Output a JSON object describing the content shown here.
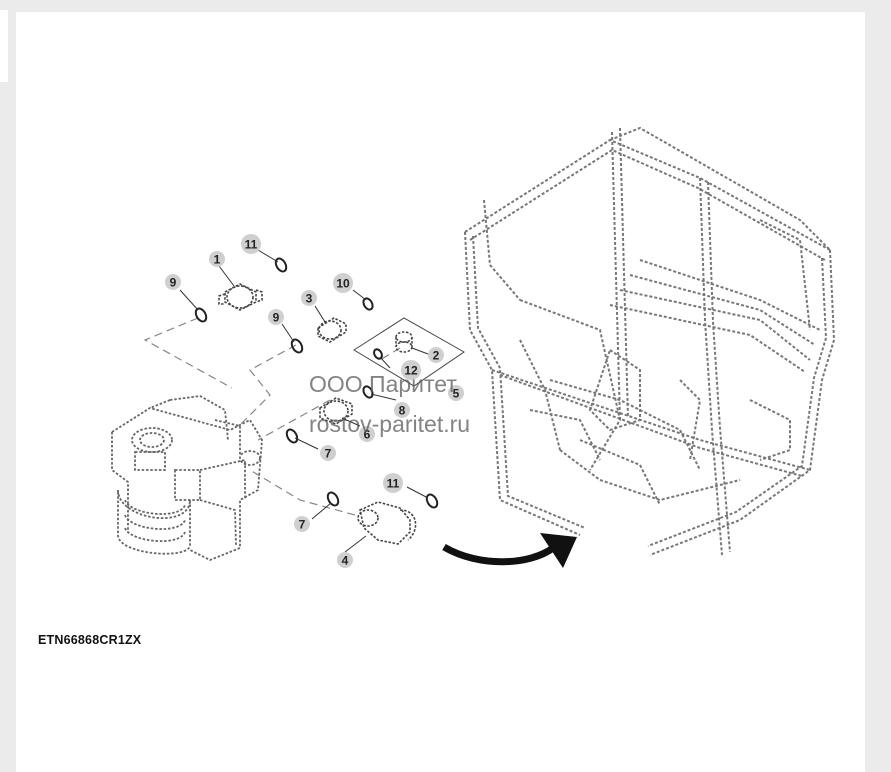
{
  "figure_id": "ETN66868CR1ZX",
  "watermark": {
    "line1": "ООО Паритет",
    "line2": "rostov-paritet.ru"
  },
  "callouts": [
    {
      "id": "c1",
      "text": "1"
    },
    {
      "id": "c2",
      "text": "2"
    },
    {
      "id": "c3",
      "text": "3"
    },
    {
      "id": "c4",
      "text": "4"
    },
    {
      "id": "c5",
      "text": "5"
    },
    {
      "id": "c6",
      "text": "6"
    },
    {
      "id": "c7a",
      "text": "7"
    },
    {
      "id": "c7b",
      "text": "7"
    },
    {
      "id": "c8",
      "text": "8"
    },
    {
      "id": "c9a",
      "text": "9"
    },
    {
      "id": "c9b",
      "text": "9"
    },
    {
      "id": "c10",
      "text": "10"
    },
    {
      "id": "c11a",
      "text": "11"
    },
    {
      "id": "c11b",
      "text": "11"
    },
    {
      "id": "c12",
      "text": "12"
    }
  ]
}
